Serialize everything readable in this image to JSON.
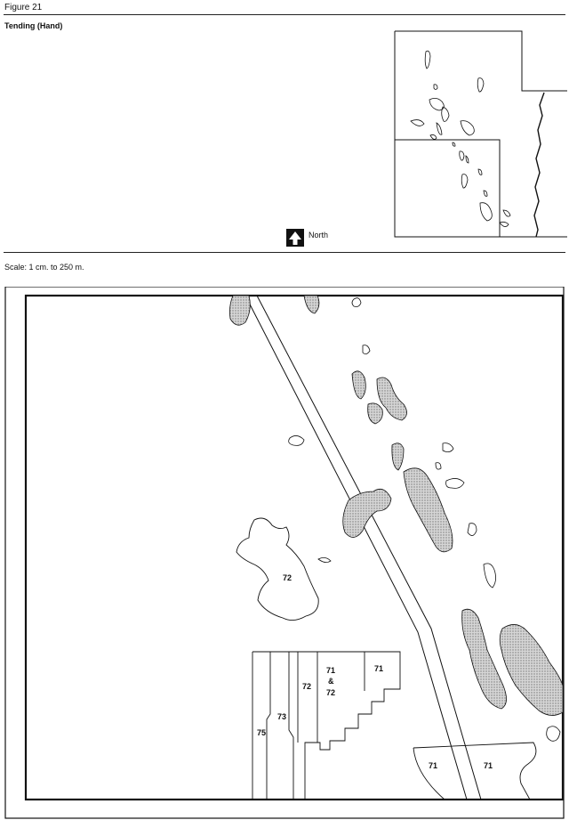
{
  "figure": {
    "number": "Figure 21",
    "title": "Tending (Hand)"
  },
  "north_label": "North",
  "scale_label": "Scale: 1 cm. to 250 m.",
  "map": {
    "zones": [
      "72",
      "75",
      "73",
      "72",
      "71",
      "&",
      "72",
      "71",
      "71",
      "71"
    ],
    "colors": {
      "ink": "#111111",
      "wetland_stipple": "#bdbdbd",
      "paper": "#ffffff"
    }
  }
}
